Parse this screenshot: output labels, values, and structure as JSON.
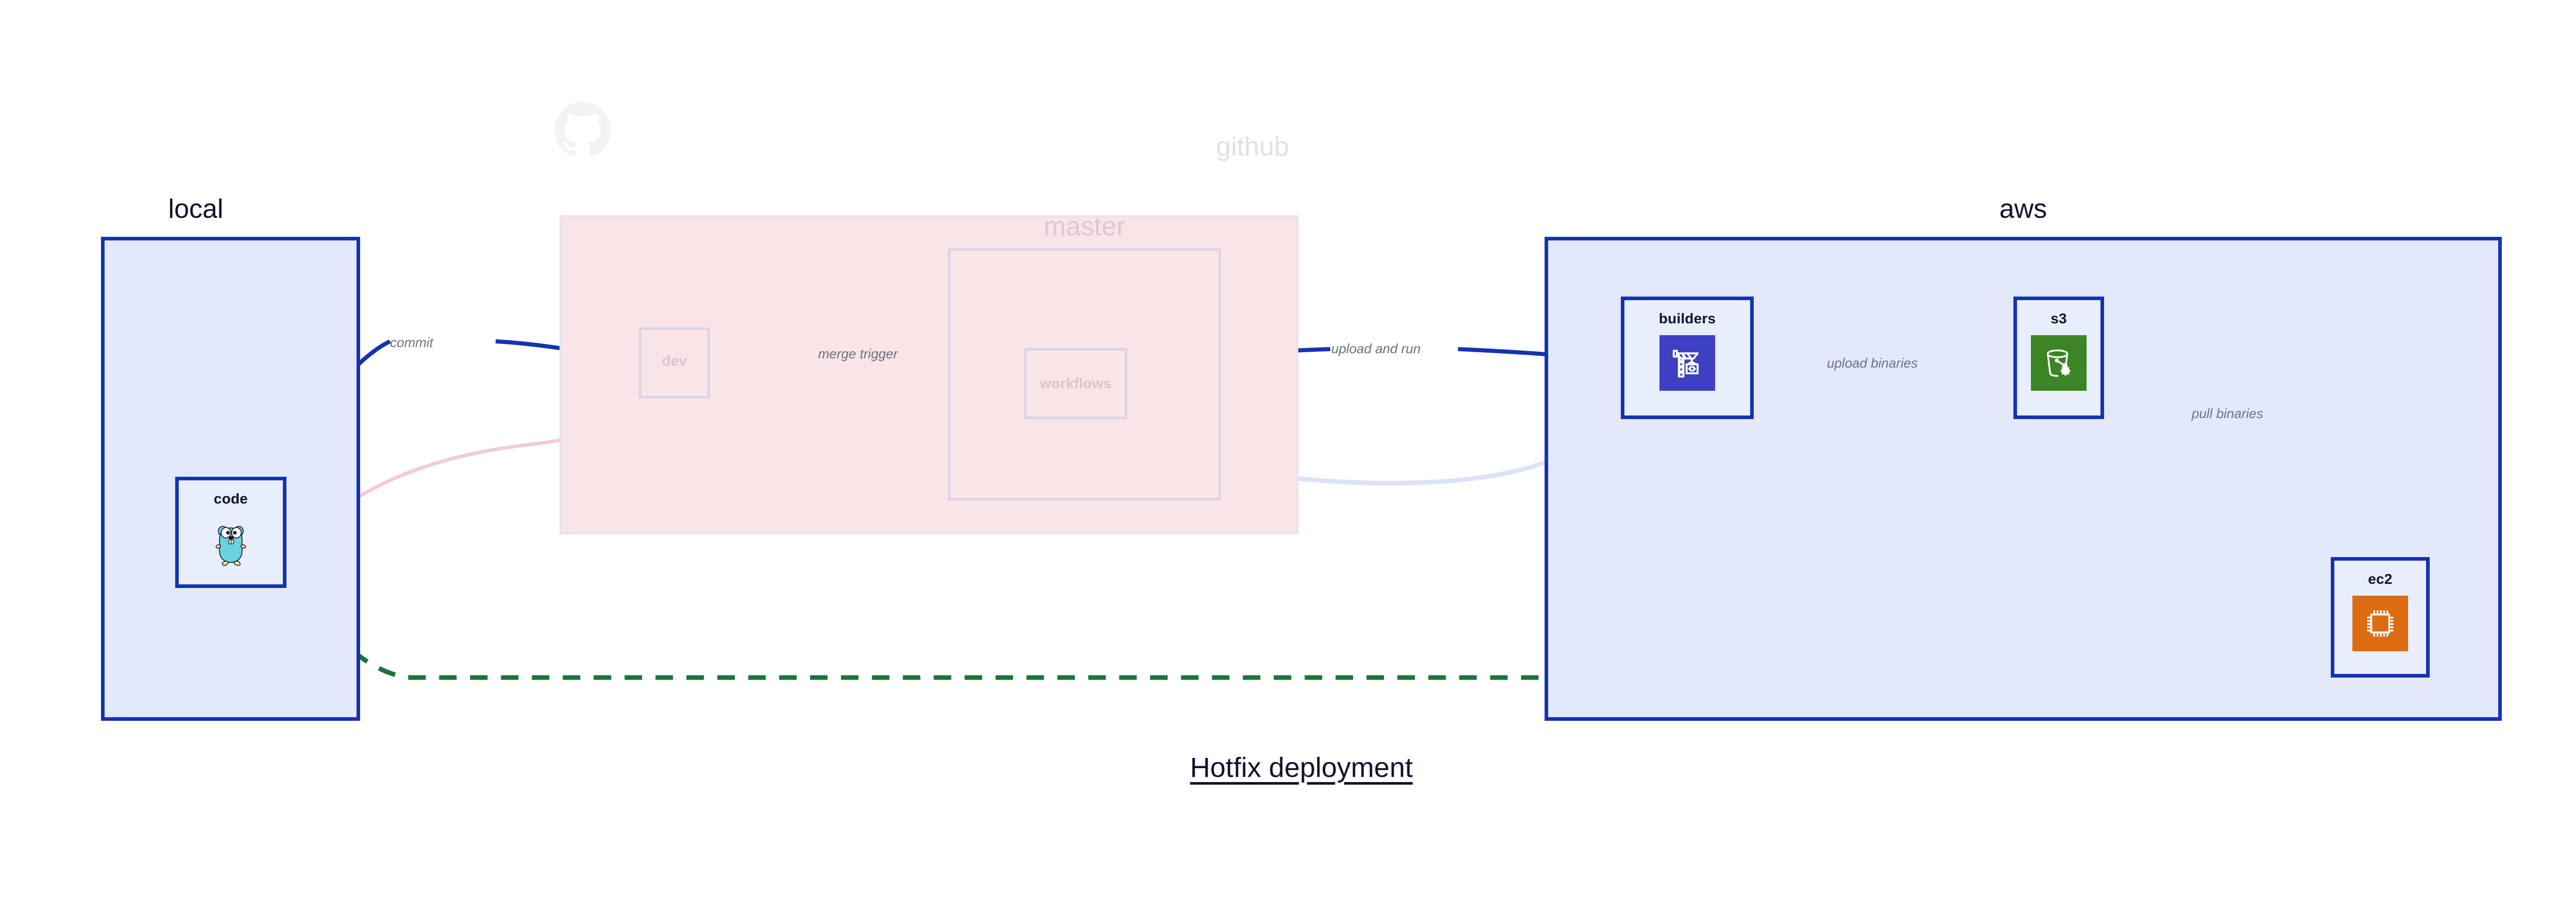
{
  "diagram": {
    "title": "Hotfix deployment",
    "colors": {
      "primary_blue": "#1333b2",
      "cluster_blue_fill": "#e3e8fb",
      "cluster_pink_fill": "#f9e4e8",
      "faded_purple_border": "#ddd3e6",
      "edge_label_gray": "#6d7280",
      "dashed_green": "#197538",
      "node_fill": "#e9eefc",
      "builders_icon_bg": "#3c41c4",
      "s3_icon_bg": "#3c8524",
      "ec2_icon_bg": "#dd6b12",
      "gopher_cyan": "#6ad2dd",
      "text_dark": "#10132b"
    }
  },
  "clusters": [
    {
      "id": "local",
      "label": "local",
      "style": "solid-blue"
    },
    {
      "id": "github",
      "label": "github",
      "style": "faded-pink"
    },
    {
      "id": "master",
      "label": "master",
      "style": "faded-purple"
    },
    {
      "id": "aws",
      "label": "aws",
      "style": "solid-blue"
    }
  ],
  "nodes": [
    {
      "id": "code",
      "label": "code",
      "icon": "gopher-icon",
      "state": "active"
    },
    {
      "id": "dev",
      "label": "dev",
      "icon": "none",
      "state": "faded"
    },
    {
      "id": "workflows",
      "label": "workflows",
      "icon": "none",
      "state": "faded"
    },
    {
      "id": "builders",
      "label": "builders",
      "icon": "crane-code-icon",
      "state": "active"
    },
    {
      "id": "s3",
      "label": "s3",
      "icon": "bucket-snowflake-icon",
      "state": "active"
    },
    {
      "id": "ec2",
      "label": "ec2",
      "icon": "cpu-chip-icon",
      "state": "active"
    }
  ],
  "edges": [
    {
      "id": "commit",
      "label": "commit",
      "from": "code",
      "to": "dev",
      "style": "solid-blue"
    },
    {
      "id": "merge-trigger",
      "label": "merge trigger",
      "from": "dev",
      "to": "workflows",
      "style": "solid-blue"
    },
    {
      "id": "upload-and-run",
      "label": "upload and run",
      "from": "workflows",
      "to": "builders",
      "style": "solid-blue"
    },
    {
      "id": "upload-binaries",
      "label": "upload binaries",
      "from": "builders",
      "to": "s3",
      "style": "solid-blue"
    },
    {
      "id": "pull-binaries",
      "label": "pull binaries",
      "from": "s3",
      "to": "ec2",
      "style": "solid-blue"
    },
    {
      "id": "hotfix-direct",
      "label": "",
      "from": "code",
      "to": "ec2",
      "style": "dashed-green"
    },
    {
      "id": "faded-code-dev",
      "label": "",
      "from": "code",
      "to": "dev",
      "style": "faded-pink"
    },
    {
      "id": "faded-dev-wf",
      "label": "",
      "from": "dev",
      "to": "workflows",
      "style": "faded-pink"
    },
    {
      "id": "faded-wf-build",
      "label": "",
      "from": "workflows",
      "to": "builders",
      "style": "faded-blue"
    }
  ],
  "watermarks": [
    {
      "id": "github-octocat",
      "icon": "github-octocat-icon"
    }
  ]
}
